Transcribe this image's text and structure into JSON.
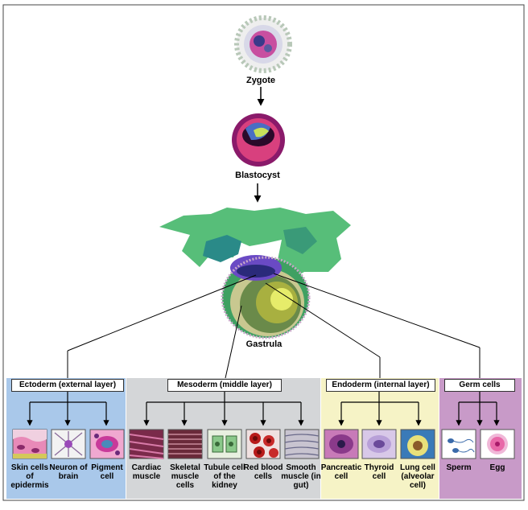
{
  "stages": {
    "zygote": "Zygote",
    "blastocyst": "Blastocyst",
    "gastrula": "Gastrula"
  },
  "layers": {
    "ectoderm": {
      "title": "Ectoderm (external layer)",
      "color": "#a9c8ea",
      "cells": [
        "Skin cells of epidermis",
        "Neuron of brain",
        "Pigment cell"
      ]
    },
    "mesoderm": {
      "title": "Mesoderm (middle layer)",
      "color": "#d4d6d8",
      "cells": [
        "Cardiac muscle",
        "Skeletal muscle cells",
        "Tubule cell of the kidney",
        "Red blood cells",
        "Smooth muscle (in gut)"
      ]
    },
    "endoderm": {
      "title": "Endoderm (internal layer)",
      "color": "#f6f3c6",
      "cells": [
        "Pancreatic cell",
        "Thyroid cell",
        "Lung cell (alveolar cell)"
      ]
    },
    "germ": {
      "title": "Germ cells",
      "color": "#c89ac8",
      "cells": [
        "Sperm",
        "Egg"
      ]
    }
  }
}
